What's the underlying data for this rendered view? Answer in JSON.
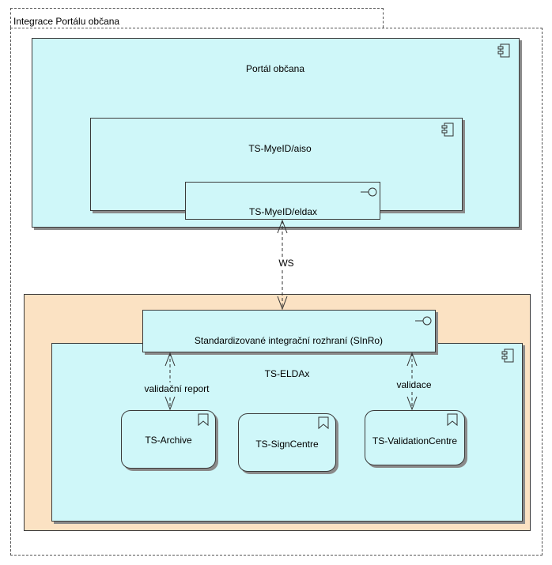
{
  "group": {
    "label": "Integrace Portálu občana"
  },
  "portal": {
    "label": "Portál občana"
  },
  "aiso": {
    "label": "TS-MyeID/aiso"
  },
  "eldax_interface": {
    "label": "TS-MyeID/eldax"
  },
  "ws": {
    "label": "WS"
  },
  "sinro": {
    "label": "Standardizované integrační rozhraní (SInRo)"
  },
  "eldax": {
    "label": "TS-ELDAx"
  },
  "link_archive": {
    "label": "validační report"
  },
  "link_validation": {
    "label": "validace"
  },
  "archive": {
    "label": "TS-Archive"
  },
  "signcentre": {
    "label": "TS-SignCentre"
  },
  "validationcentre": {
    "label": "TS-ValidationCentre"
  },
  "colors": {
    "component_fill": "#cff7f9",
    "group_fill": "#fbe2c3",
    "stroke": "#3a3a3a"
  }
}
